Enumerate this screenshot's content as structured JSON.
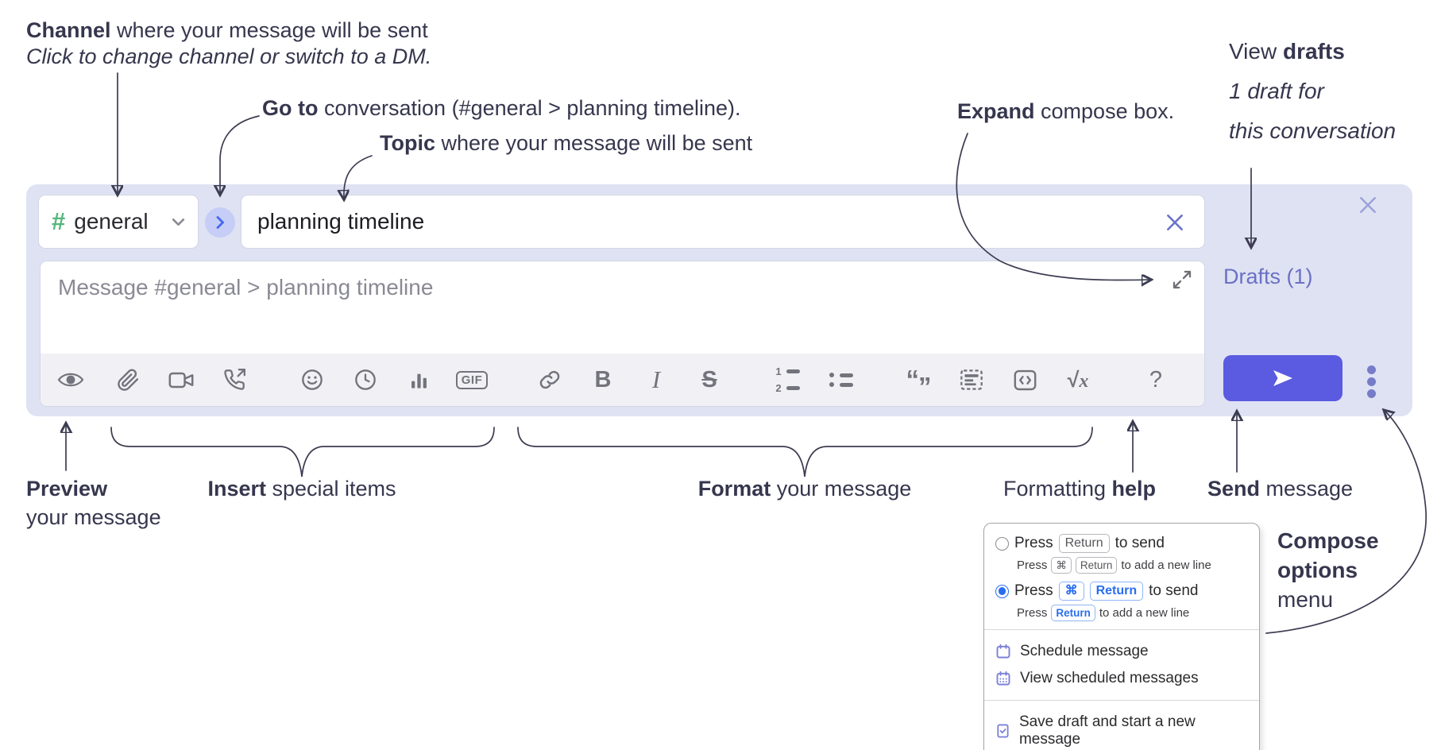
{
  "annotations": {
    "channel": {
      "bold": "Channel",
      "rest": " where your message will be sent",
      "subtitle": "Click to change channel or switch to a DM."
    },
    "go_to": {
      "bold": "Go to",
      "rest": " conversation (#general > planning timeline)."
    },
    "topic": {
      "bold": "Topic",
      "rest": " where your message will be sent"
    },
    "expand": {
      "bold": "Expand",
      "rest": " compose box."
    },
    "view_drafts": {
      "pre": "View ",
      "bold": "drafts",
      "line2": "1 draft for",
      "line3": "this conversation"
    },
    "preview": {
      "bold": "Preview",
      "line2": "your message"
    },
    "insert": {
      "bold": "Insert",
      "rest": " special items"
    },
    "format": {
      "bold": "Format",
      "rest": " your message"
    },
    "formatting_help": {
      "pre": "Formatting ",
      "bold": "help"
    },
    "send": {
      "bold": "Send",
      "rest": " message"
    },
    "compose_options": {
      "line1": "Compose",
      "line2": "options",
      "line3": "menu"
    }
  },
  "compose": {
    "channel": {
      "hash": "#",
      "name": "general"
    },
    "topic": {
      "value": "planning timeline"
    },
    "message": {
      "placeholder": "Message #general > planning timeline"
    },
    "drafts_link": "Drafts (1)",
    "toolbar": {
      "bold": "B",
      "italic": "I",
      "strikethrough": "S",
      "gif": "GIF",
      "sqrt": "√",
      "x": "x",
      "help": "?",
      "quote_open": "“",
      "quote_close": "”",
      "ol1": "1",
      "ol2": "2"
    }
  },
  "options_menu": {
    "enter_sends": {
      "press": "Press",
      "key_return": "Return",
      "to_send": "to send",
      "sub": {
        "press": "Press",
        "key_cmd": "⌘",
        "key_return": "Return",
        "rest": "to add a new line"
      }
    },
    "cmd_enter_sends": {
      "press": "Press",
      "key_cmd": "⌘",
      "key_return": "Return",
      "to_send": "to send",
      "sub": {
        "press": "Press",
        "key_return": "Return",
        "rest": "to add a new line"
      }
    },
    "items": [
      {
        "label": "Schedule message"
      },
      {
        "label": "View scheduled messages"
      },
      {
        "label": "Save draft and start a new message"
      }
    ]
  },
  "colors": {
    "compose_bg": "#dfe2f2",
    "send_button": "#5a5be0",
    "drafts_link": "#6a70c5",
    "radio_selected": "#2a6ef0",
    "channel_hash": "#54b77c",
    "toolbar_icon": "#73737d",
    "annotation": "#36364e",
    "popup_icon": "#7b80d8"
  }
}
